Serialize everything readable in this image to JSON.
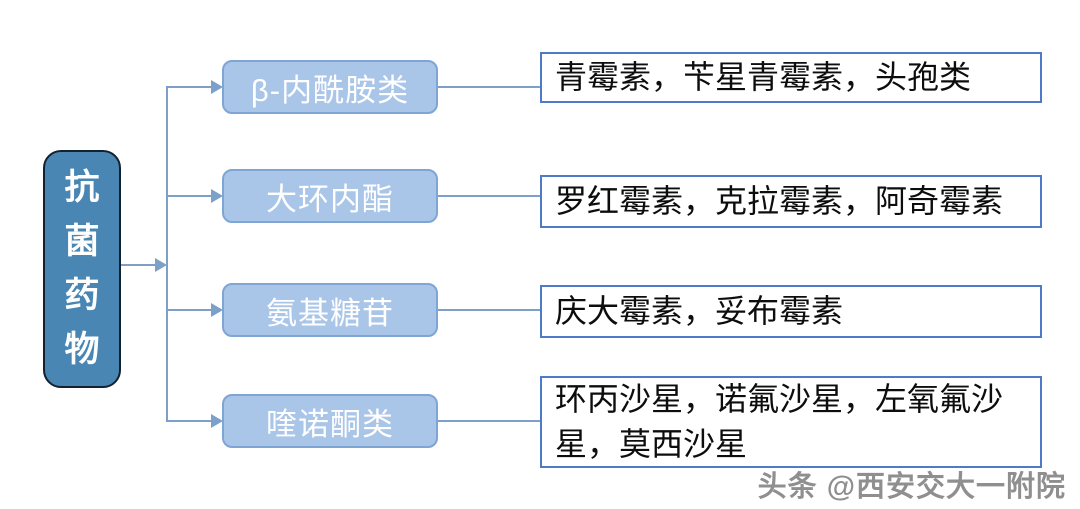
{
  "diagram": {
    "root": {
      "label": "抗菌药物"
    },
    "branches": [
      {
        "category": "β-内酰胺类",
        "drugs": "青霉素，苄星青霉素，头孢类"
      },
      {
        "category": "大环内酯",
        "drugs": "罗红霉素，克拉霉素，阿奇霉素"
      },
      {
        "category": "氨基糖苷",
        "drugs": "庆大霉素，妥布霉素"
      },
      {
        "category": "喹诺酮类",
        "drugs": "环丙沙星，诺氟沙星，左氧氟沙星，莫西沙星"
      }
    ]
  },
  "watermark": {
    "text": "头条 @西安交大一附院"
  },
  "colors": {
    "root_fill": "#4a86b4",
    "root_border": "#13222e",
    "category_fill": "#a9c5e8",
    "category_border": "#7fa5d5",
    "detail_border": "#4f7ac7",
    "connector": "#7da0c9",
    "root_text": "#ffffff",
    "category_text": "#ffffff",
    "detail_text": "#0d0d0d",
    "watermark_text": "#8f8f8f"
  }
}
